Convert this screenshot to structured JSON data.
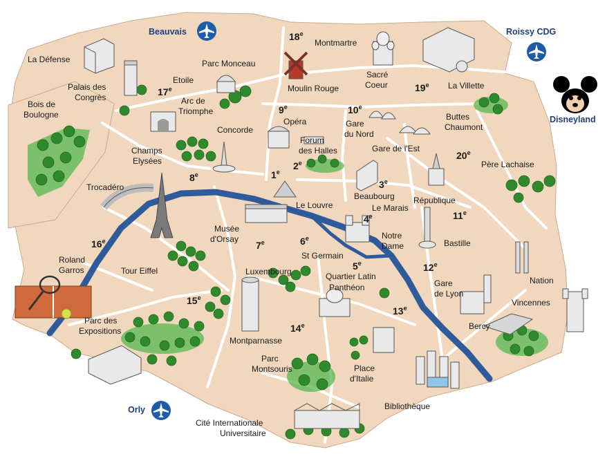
{
  "map": {
    "colors": {
      "land": "#f0d7bd",
      "street": "#ffffff",
      "seine": "#2f5b9a",
      "park": "#57b852",
      "airport": "#1e5ba8",
      "text": "#1a1a1a"
    },
    "airports": {
      "beauvais": "Beauvais",
      "roissy": "Roissy CDG",
      "orly": "Orly"
    },
    "disneyland": "Disneyland",
    "arrondissements": {
      "a1": "1",
      "a2": "2",
      "a3": "3",
      "a4": "4",
      "a5": "5",
      "a6": "6",
      "a7": "7",
      "a8": "8",
      "a9": "9",
      "a10": "10",
      "a11": "11",
      "a12": "12",
      "a13": "13",
      "a14": "14",
      "a15": "15",
      "a16": "16",
      "a17": "17",
      "a18": "18",
      "a19": "19",
      "a20": "20",
      "suffix": "e"
    },
    "labels": {
      "la_defense": "La Défense",
      "palais_l1": "Palais des",
      "palais_l2": "Congrès",
      "bois_l1": "Bois de",
      "bois_l2": "Boulogne",
      "parc_monceau": "Parc Monceau",
      "etoile": "Etoile",
      "arc_l1": "Arc de",
      "arc_l2": "Triomphe",
      "montmartre": "Montmartre",
      "moulin_rouge": "Moulin Rouge",
      "sacre_l1": "Sacré",
      "sacre_l2": "Coeur",
      "la_villette": "La Villette",
      "buttes_l1": "Buttes",
      "buttes_l2": "Chaumont",
      "concorde": "Concorde",
      "opera": "Opéra",
      "gare_nord_l1": "Gare",
      "gare_nord_l2": "du Nord",
      "gare_est": "Gare de l'Est",
      "forum_l1": "Forum",
      "forum_l2": "des Halles",
      "champs_l1": "Champs",
      "champs_l2": "Elysées",
      "pere_lachaise": "Père Lachaise",
      "trocadero": "Trocadéro",
      "beaubourg": "Beaubourg",
      "le_marais": "Le Marais",
      "republique": "République",
      "le_louvre": "Le Louvre",
      "musee_l1": "Musée",
      "musee_l2": "d'Orsay",
      "notre_l1": "Notre",
      "notre_l2": "Dame",
      "bastille": "Bastille",
      "st_germain": "St Germain",
      "roland_l1": "Roland",
      "roland_l2": "Garros",
      "tour_eiffel": "Tour Eiffel",
      "luxembourg": "Luxembourg",
      "quartier_latin": "Quartier Latin",
      "pantheon": "Panthéon",
      "nation": "Nation",
      "gare_lyon_l1": "Gare",
      "gare_lyon_l2": "de Lyon",
      "vincennes": "Vincennes",
      "parc_exp_l1": "Parc des",
      "parc_exp_l2": "Expositions",
      "montparnasse": "Montparnasse",
      "montsouris_l1": "Parc",
      "montsouris_l2": "Montsouris",
      "bercy": "Bercy",
      "place_l1": "Place",
      "place_l2": "d'Italie",
      "bibliotheque": "Bibliothèque",
      "cite_l1": "Cité Internationale",
      "cite_l2": "Universitaire"
    }
  }
}
